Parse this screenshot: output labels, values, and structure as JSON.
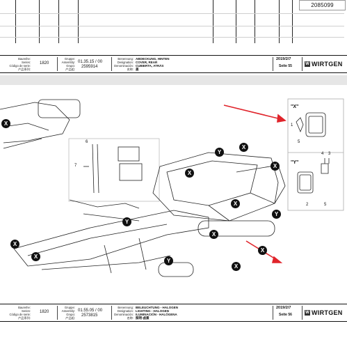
{
  "top": {
    "part_number": "2085099"
  },
  "block1": {
    "labels_series": [
      "Baureihe:",
      "Series:",
      "Código de serie:",
      "产品系列:"
    ],
    "series": "1820",
    "labels_group": [
      "Gruppe:",
      "Assembly:",
      "Grupo:",
      "产品组:"
    ],
    "group_code": "01.35.15 / 00",
    "group_num": "2595914",
    "labels_name": [
      "Benennung:",
      "Designation:",
      "Denominación:",
      "名称:"
    ],
    "names": [
      "ABDECKUNG, HINTEN",
      "COVER, REAR",
      "CUBIERTA, ATRÁS",
      "盖"
    ],
    "date": "2019/2/7",
    "page": "Seite 55",
    "brand": "WIRTGEN"
  },
  "block2": {
    "labels_series": [
      "Baureihe:",
      "Series:",
      "Código de serie:",
      "产品系列:"
    ],
    "series": "1820",
    "labels_group": [
      "Gruppe:",
      "Assembly:",
      "Grupo:",
      "产品组:"
    ],
    "group_code": "01.55.05 / 00",
    "group_num": "2573815",
    "labels_name": [
      "Benennung:",
      "Designation:",
      "Denominación:",
      "名称:"
    ],
    "names": [
      "BELEUCHTUNG - HALOGEN",
      "LIGHTING - HALOGEN",
      "ILUMINACIÓN - HALÓGENA",
      "照明-卤素"
    ],
    "date": "2019/2/7",
    "page": "Seite 56",
    "brand": "WIRTGEN"
  },
  "drawing": {
    "inset_x": "\"X\"",
    "inset_y": "\"Y\"",
    "x_nums": [
      "1",
      "5"
    ],
    "y_nums": [
      "4",
      "3",
      "2",
      "5"
    ],
    "detail_nums": [
      "6",
      "7"
    ],
    "markers_x": [
      "X",
      "X",
      "X",
      "X",
      "X",
      "X",
      "X",
      "X",
      "X",
      "X"
    ],
    "markers_y": [
      "Y",
      "Y",
      "Y",
      "Y"
    ]
  }
}
